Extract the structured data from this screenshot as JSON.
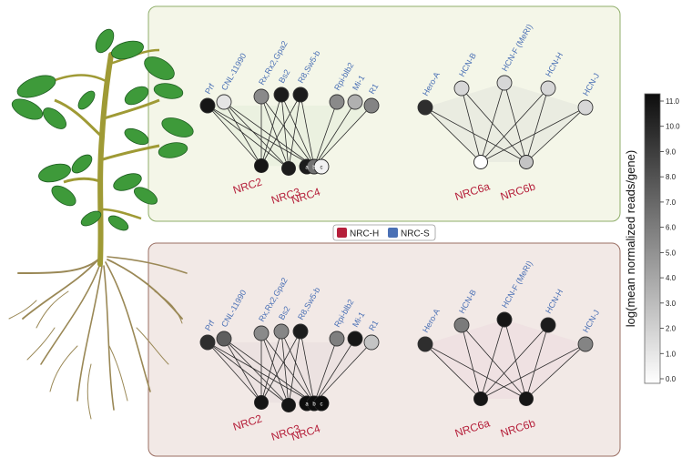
{
  "colorbar": {
    "label": "log(mean normalized reads/gene)",
    "ticks": [
      "11.0",
      "10.0",
      "9.0",
      "8.0",
      "7.0",
      "6.0",
      "5.0",
      "4.0",
      "3.0",
      "2.0",
      "1.0",
      "0.0"
    ],
    "max_color": "#0d0d0d",
    "min_color": "#ffffff"
  },
  "legend": {
    "items": [
      {
        "label": "NRC-H",
        "color": "#b51f3a"
      },
      {
        "label": "NRC-S",
        "color": "#4a70b5"
      }
    ]
  },
  "panels": [
    {
      "id": "top",
      "sensors_left": [
        {
          "label": "Prf",
          "value": 10.6
        },
        {
          "label": "CNL-11990",
          "value": 1.2
        },
        {
          "label": "Rx,Rx2,Gpa2",
          "value": 5.3
        },
        {
          "label": "Bs2",
          "value": 10.3
        },
        {
          "label": "R8,Sw5-b",
          "value": 10.3
        },
        {
          "label": "Rpi-blb2",
          "value": 5.3
        },
        {
          "label": "Mi-1",
          "value": 3.6
        },
        {
          "label": "R1",
          "value": 5.6
        }
      ],
      "helpers_left": [
        {
          "label": "NRC2",
          "value": 10.6
        },
        {
          "label": "NRC3",
          "value": 10.3
        },
        {
          "label": "NRC4",
          "value": 9.5
        }
      ],
      "nrc4_letters": [
        "a",
        "b",
        "c"
      ],
      "nrc4_values": [
        10.3,
        6.4,
        0.6
      ],
      "sensors_right": [
        {
          "label": "Hero-A",
          "value": 9.5
        },
        {
          "label": "HCN-B",
          "value": 1.8
        },
        {
          "label": "HCN-F (MeRI)",
          "value": 1.8
        },
        {
          "label": "HCN-H",
          "value": 1.8
        },
        {
          "label": "HCN-J",
          "value": 1.8
        }
      ],
      "helpers_right": [
        {
          "label": "NRC6a",
          "value": 0.0
        },
        {
          "label": "NRC6b",
          "value": 2.7
        }
      ]
    },
    {
      "id": "bottom",
      "sensors_left": [
        {
          "label": "Prf",
          "value": 9.5
        },
        {
          "label": "CNL-11990",
          "value": 7.3
        },
        {
          "label": "Rx,Rx2,Gpa2",
          "value": 5.3
        },
        {
          "label": "Bs2",
          "value": 5.5
        },
        {
          "label": "R8,Sw5-b",
          "value": 10.3
        },
        {
          "label": "Rpi-blb2",
          "value": 5.8
        },
        {
          "label": "Mi-1",
          "value": 10.6
        },
        {
          "label": "R1",
          "value": 2.7
        }
      ],
      "helpers_left": [
        {
          "label": "NRC2",
          "value": 10.6
        },
        {
          "label": "NRC3",
          "value": 10.6
        },
        {
          "label": "NRC4",
          "value": 11.0
        }
      ],
      "nrc4_letters": [
        "a",
        "b",
        "c"
      ],
      "nrc4_values": [
        11.0,
        11.0,
        11.0
      ],
      "sensors_right": [
        {
          "label": "Hero-A",
          "value": 9.5
        },
        {
          "label": "HCN-B",
          "value": 6.0
        },
        {
          "label": "HCN-F (MeRI)",
          "value": 10.6
        },
        {
          "label": "HCN-H",
          "value": 10.3
        },
        {
          "label": "HCN-J",
          "value": 5.6
        }
      ],
      "helpers_right": [
        {
          "label": "NRC6a",
          "value": 10.6
        },
        {
          "label": "NRC6b",
          "value": 10.6
        }
      ]
    }
  ]
}
